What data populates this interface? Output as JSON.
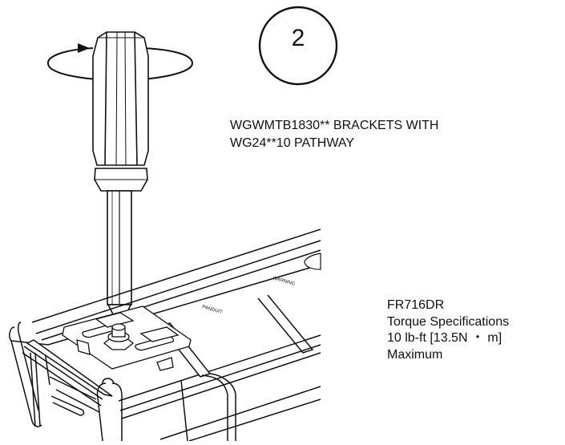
{
  "step": {
    "number": "2"
  },
  "callouts": {
    "brackets": {
      "line1": "WGWMTB1830** BRACKETS WITH",
      "line2": "WG24**10 PATHWAY"
    },
    "product": {
      "model": "FR716DR",
      "title": "Torque Specifications",
      "value": "10 lb-ft [13.5N ・ m]",
      "limit": "Maximum"
    }
  },
  "tray_labels": {
    "left": "PANDUIT",
    "right": "WARNING"
  },
  "icons": {
    "rotation": "rotate-arrow-icon",
    "tool": "screwdriver-icon"
  },
  "colors": {
    "line": "#111111",
    "background": "#ffffff"
  }
}
